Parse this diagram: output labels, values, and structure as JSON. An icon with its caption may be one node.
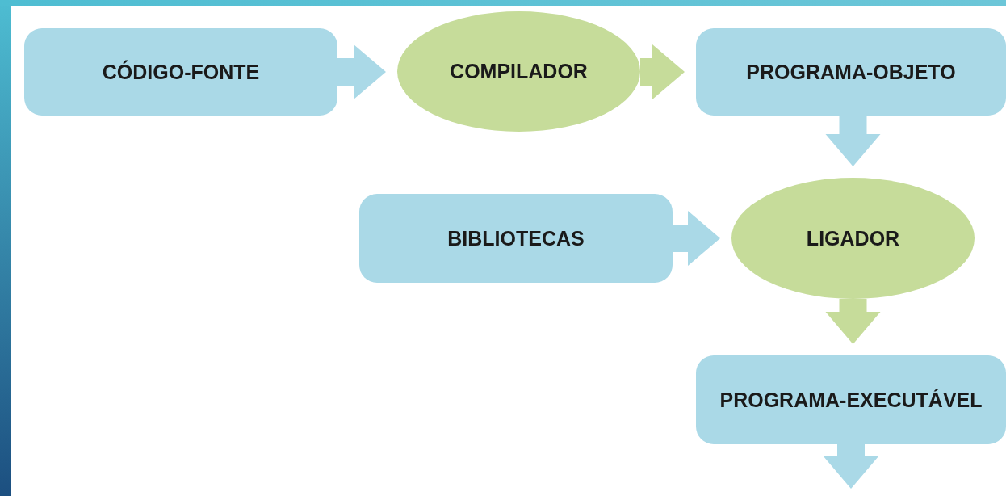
{
  "diagram": {
    "nodes": [
      {
        "text": [
          "CÓDIGO-FONTE"
        ]
      },
      {
        "text": [
          "COMPILADOR"
        ]
      },
      {
        "text": [
          "PROGRAMA-OBJETO"
        ]
      },
      {
        "text": [
          "BIBLIOTECAS"
        ]
      },
      {
        "text": [
          "LIGADOR"
        ]
      },
      {
        "text": [
          "PROGRAMA-EXECUTÁVEL"
        ]
      }
    ],
    "edges": [
      {
        "from": 0,
        "to": 1,
        "arrow": "to",
        "style": "thick"
      },
      {
        "from": 1,
        "to": 2,
        "arrow": "to",
        "style": "thick",
        "color": "#c6dc9a"
      },
      {
        "from": 2,
        "to": 4,
        "arrow": "to",
        "style": "thick"
      },
      {
        "from": 3,
        "to": 4,
        "arrow": "to",
        "style": "thick"
      },
      {
        "from": 4,
        "to": 5,
        "arrow": "to",
        "style": "thick",
        "color": "#c6dc9a"
      },
      {
        "from": 5,
        "to": null,
        "arrow": "to",
        "style": "thick"
      }
    ]
  }
}
